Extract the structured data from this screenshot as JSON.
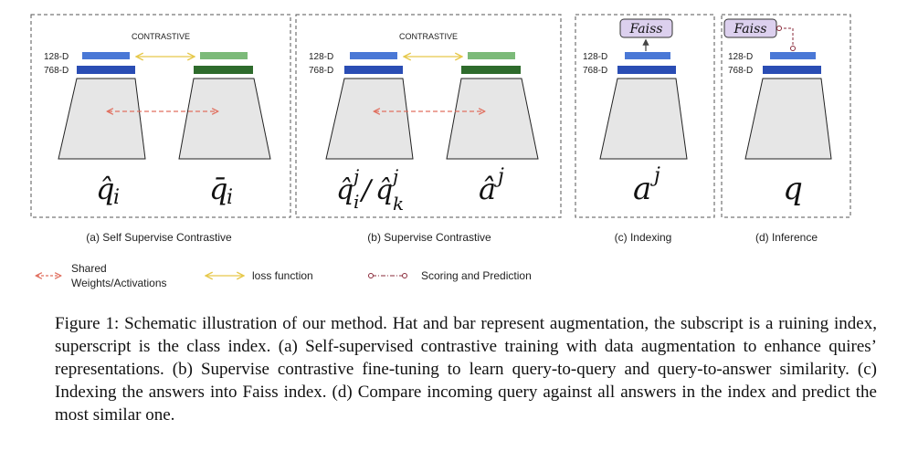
{
  "colors": {
    "blue_bar": "#4a78d6",
    "blue_dark": "#2a4db4",
    "green_light": "#7cba79",
    "green_dark": "#2e6b2c",
    "trapezoid_fill": "#e6e6e6",
    "shared_arrow": "#e06f5f",
    "loss_arrow": "#e6c84a",
    "scoring_line": "#8a2a3a",
    "faiss_fill": "#dcd0ee"
  },
  "panels": {
    "a": {
      "header": "CONTRASTIVE",
      "dim_top": "128-D",
      "dim_bottom": "768-D",
      "label_left": "q̂",
      "sub_left": "i",
      "label_right": "q̄",
      "sub_right": "i",
      "caption": "(a) Self Supervise Contrastive"
    },
    "b": {
      "header": "CONTRASTIVE",
      "dim_top": "128-D",
      "dim_bottom": "768-D",
      "label_left_1": "q̂",
      "label_left_1_sub": "i",
      "label_left_1_sup": "j",
      "label_slash": "/",
      "label_left_2": "q̂",
      "label_left_2_sub": "k",
      "label_left_2_sup": "j",
      "label_right": "â",
      "label_right_sup": "j",
      "caption": "(b) Supervise Contrastive"
    },
    "c": {
      "faiss": "Faiss",
      "dim_top": "128-D",
      "dim_bottom": "768-D",
      "label": "a",
      "label_sup": "j",
      "caption": "(c) Indexing"
    },
    "d": {
      "faiss": "Faiss",
      "dim_top": "128-D",
      "dim_bottom": "768-D",
      "label": "q",
      "caption": "(d) Inference"
    }
  },
  "legend": {
    "shared_line1": "Shared",
    "shared_line2": "Weights/Activations",
    "loss": "loss function",
    "scoring": "Scoring and Prediction"
  },
  "caption": {
    "text": "Figure 1: Schematic illustration of our method. Hat and bar represent augmentation, the subscript is a ruining index, superscript is the class index. (a) Self-supervised contrastive training with data augmentation to enhance quires’ representations. (b) Supervise contrastive fine-tuning to learn query-to-query and query-to-answer similarity. (c) Indexing the answers into Faiss index. (d) Compare incoming query against all answers in the index and predict the most similar one."
  }
}
